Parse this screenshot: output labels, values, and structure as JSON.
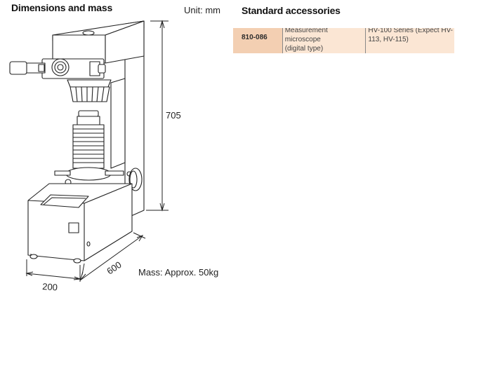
{
  "dimensions_section": {
    "title": "Dimensions and mass",
    "unit": "Unit: mm",
    "height_label": "705",
    "depth_label": "600",
    "width_label": "200",
    "mass": "Mass: Approx. 50kg"
  },
  "accessories_section": {
    "title": "Standard accessories",
    "rows": [
      {
        "code": "810-086",
        "name_line1": "Measurement microscope",
        "name_line2": "(digital type)",
        "series_line1": "HV-100 Series (Expect HV-",
        "series_line2": "113, HV-115)"
      }
    ]
  },
  "colors": {
    "table_bg": "#fbe6d4",
    "code_bg": "#f3cfb2",
    "line": "#222222"
  }
}
